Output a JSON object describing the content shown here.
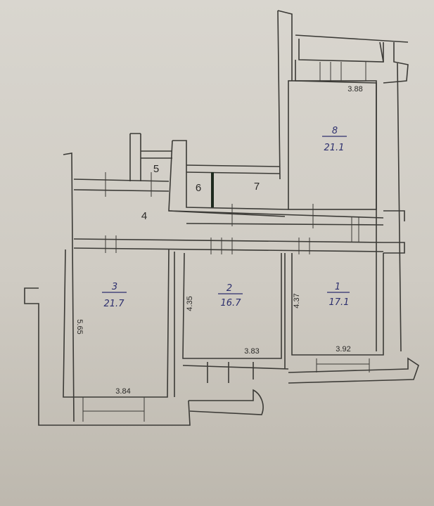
{
  "floor_plan": {
    "rooms": [
      {
        "number": "1",
        "area": "17.1"
      },
      {
        "number": "2",
        "area": "16.7"
      },
      {
        "number": "3",
        "area": "21.7"
      },
      {
        "number": "4"
      },
      {
        "number": "5"
      },
      {
        "number": "6"
      },
      {
        "number": "7"
      },
      {
        "number": "8",
        "area": "21.1"
      }
    ],
    "dimensions": {
      "room8_width": "3.88",
      "room3_length": "5.65",
      "room3_width": "3.84",
      "room2_length": "4.35",
      "room2_width": "3.83",
      "room1_length": "4.37",
      "room1_width": "3.92"
    }
  }
}
